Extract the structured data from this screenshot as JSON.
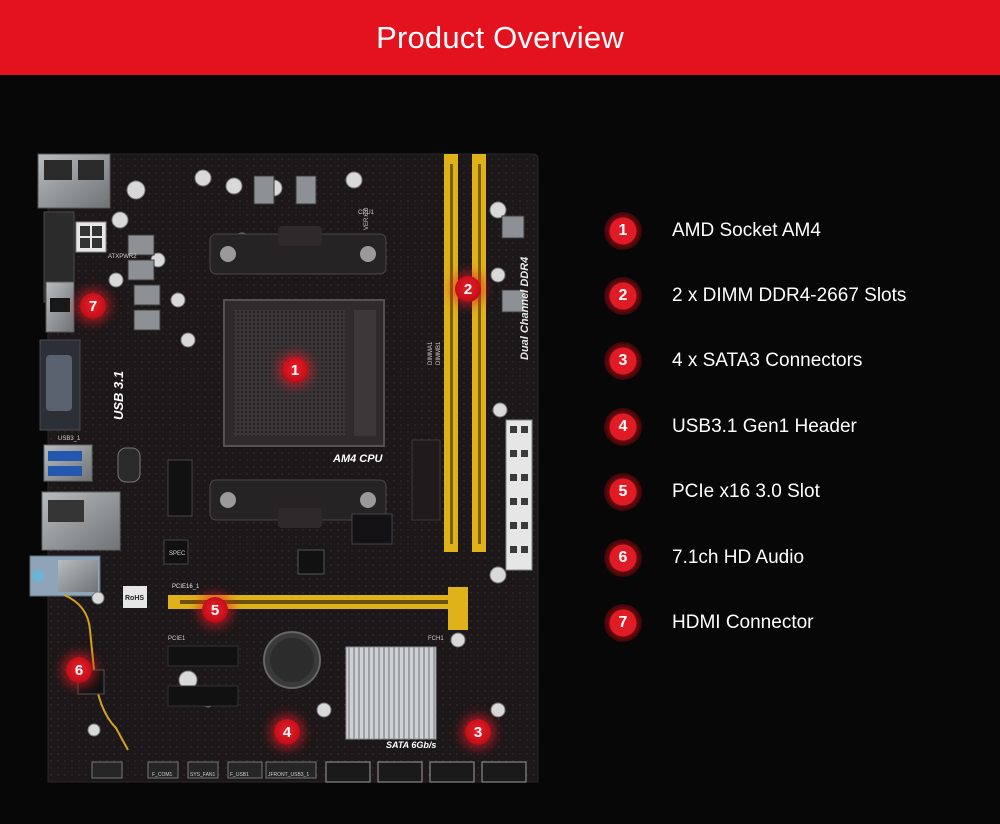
{
  "header": {
    "title": "Product Overview"
  },
  "colors": {
    "accent": "#e4111f",
    "background": "#070707",
    "dimm_slot": "#e0b21a",
    "pcb": "#1c1718"
  },
  "board": {
    "silkscreen": {
      "socket": "AM4 CPU",
      "usb": "USB 3.1",
      "dual_channel": "Dual Channel DDR4",
      "sata": "SATA 6Gb/s",
      "pcie": "PCIE16_1",
      "pcie2": "PCIE1",
      "spec": "SPEC",
      "rohs": "RoHS",
      "version": "VER:6.0",
      "cpu_fan": "CPU1",
      "atxpwr": "ATXPWR2",
      "usb3_label": "USB3_1",
      "jfront": "JFRONT_USB3_1",
      "f_usb1": "F_USB1",
      "sys_fan": "SYS_FAN1",
      "f_com": "F_COM1",
      "dimm_a": "DIMMA1",
      "dimm_b": "DIMMB1",
      "fch": "FCH1"
    },
    "markers": [
      "1",
      "2",
      "3",
      "4",
      "5",
      "6",
      "7"
    ]
  },
  "features": [
    {
      "number": "1",
      "label": "AMD Socket AM4"
    },
    {
      "number": "2",
      "label": "2 x DIMM DDR4-2667 Slots"
    },
    {
      "number": "3",
      "label": "4 x SATA3 Connectors"
    },
    {
      "number": "4",
      "label": "USB3.1 Gen1 Header"
    },
    {
      "number": "5",
      "label": "PCIe x16 3.0 Slot"
    },
    {
      "number": "6",
      "label": "7.1ch HD Audio"
    },
    {
      "number": "7",
      "label": "HDMI Connector"
    }
  ]
}
